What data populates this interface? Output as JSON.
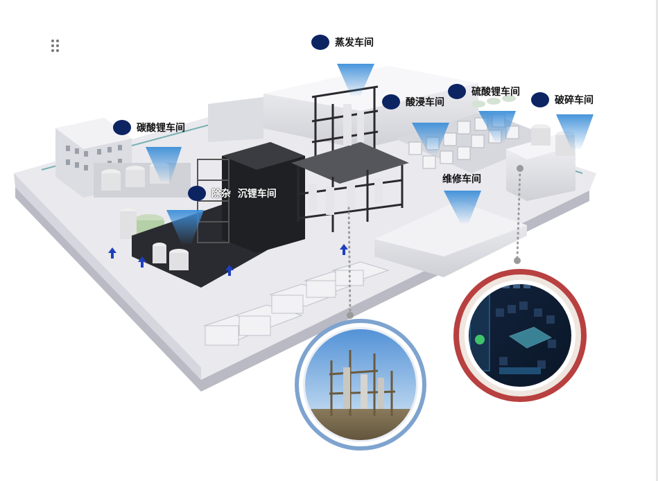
{
  "workshops": {
    "evaporation": "蒸发车间",
    "lithium_carbonate_left": "碳酸锂车间",
    "acid_leaching": "酸浸车间",
    "lithium_sulfate": "硫酸锂车间",
    "crushing": "破碎车间",
    "impurity_removal": "除杂  沉锂车间",
    "maintenance": "维修车间"
  },
  "icons": {
    "drag_handle": "drag-handle-icon",
    "marker": "location-marker-icon",
    "beacon": "beacon-cone-icon",
    "arrow": "entrance-arrow-icon"
  },
  "colors": {
    "marker": "#0d2463",
    "beacon": "#3d8fd9",
    "photo_ring": "#7ea3cf",
    "dashboard_ring": "#b84040",
    "ground": "#e9e9ee"
  }
}
